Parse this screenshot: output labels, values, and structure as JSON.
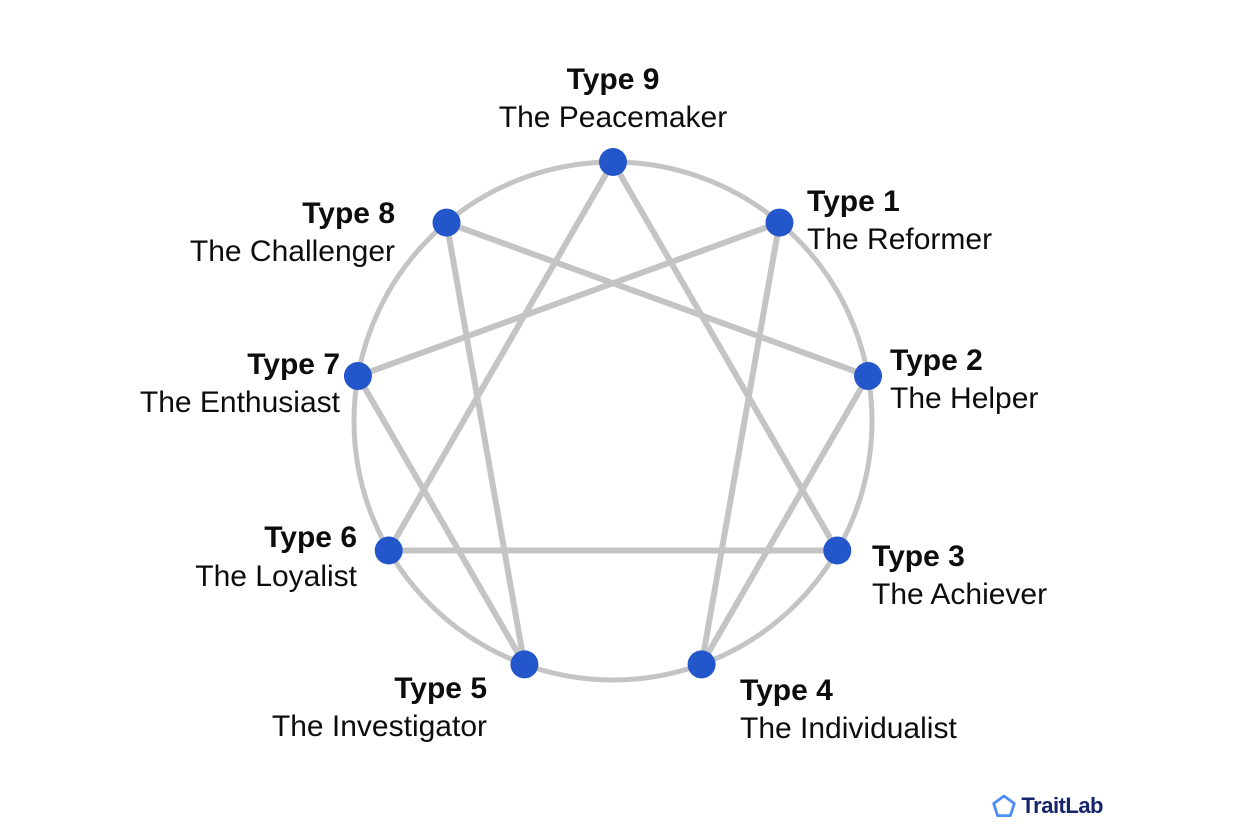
{
  "diagram": {
    "types": [
      {
        "id": 1,
        "label": "Type 1",
        "name": "The Reformer"
      },
      {
        "id": 2,
        "label": "Type 2",
        "name": "The Helper"
      },
      {
        "id": 3,
        "label": "Type 3",
        "name": "The Achiever"
      },
      {
        "id": 4,
        "label": "Type 4",
        "name": "The Individualist"
      },
      {
        "id": 5,
        "label": "Type 5",
        "name": "The Investigator"
      },
      {
        "id": 6,
        "label": "Type 6",
        "name": "The Loyalist"
      },
      {
        "id": 7,
        "label": "Type 7",
        "name": "The Enthusiast"
      },
      {
        "id": 8,
        "label": "Type 8",
        "name": "The Challenger"
      },
      {
        "id": 9,
        "label": "Type 9",
        "name": "The Peacemaker"
      }
    ],
    "connections": [
      [
        9,
        3
      ],
      [
        3,
        6
      ],
      [
        6,
        9
      ],
      [
        1,
        4
      ],
      [
        4,
        2
      ],
      [
        2,
        8
      ],
      [
        8,
        5
      ],
      [
        5,
        7
      ],
      [
        7,
        1
      ]
    ],
    "colors": {
      "node": "#2355CB",
      "line": "#C4C4C4",
      "label": "#0D0D0D"
    }
  },
  "logo": {
    "text": "TraitLab",
    "icon": "pentagon-icon",
    "mark_color": "#4D8FF2",
    "text_color": "#16256B"
  }
}
